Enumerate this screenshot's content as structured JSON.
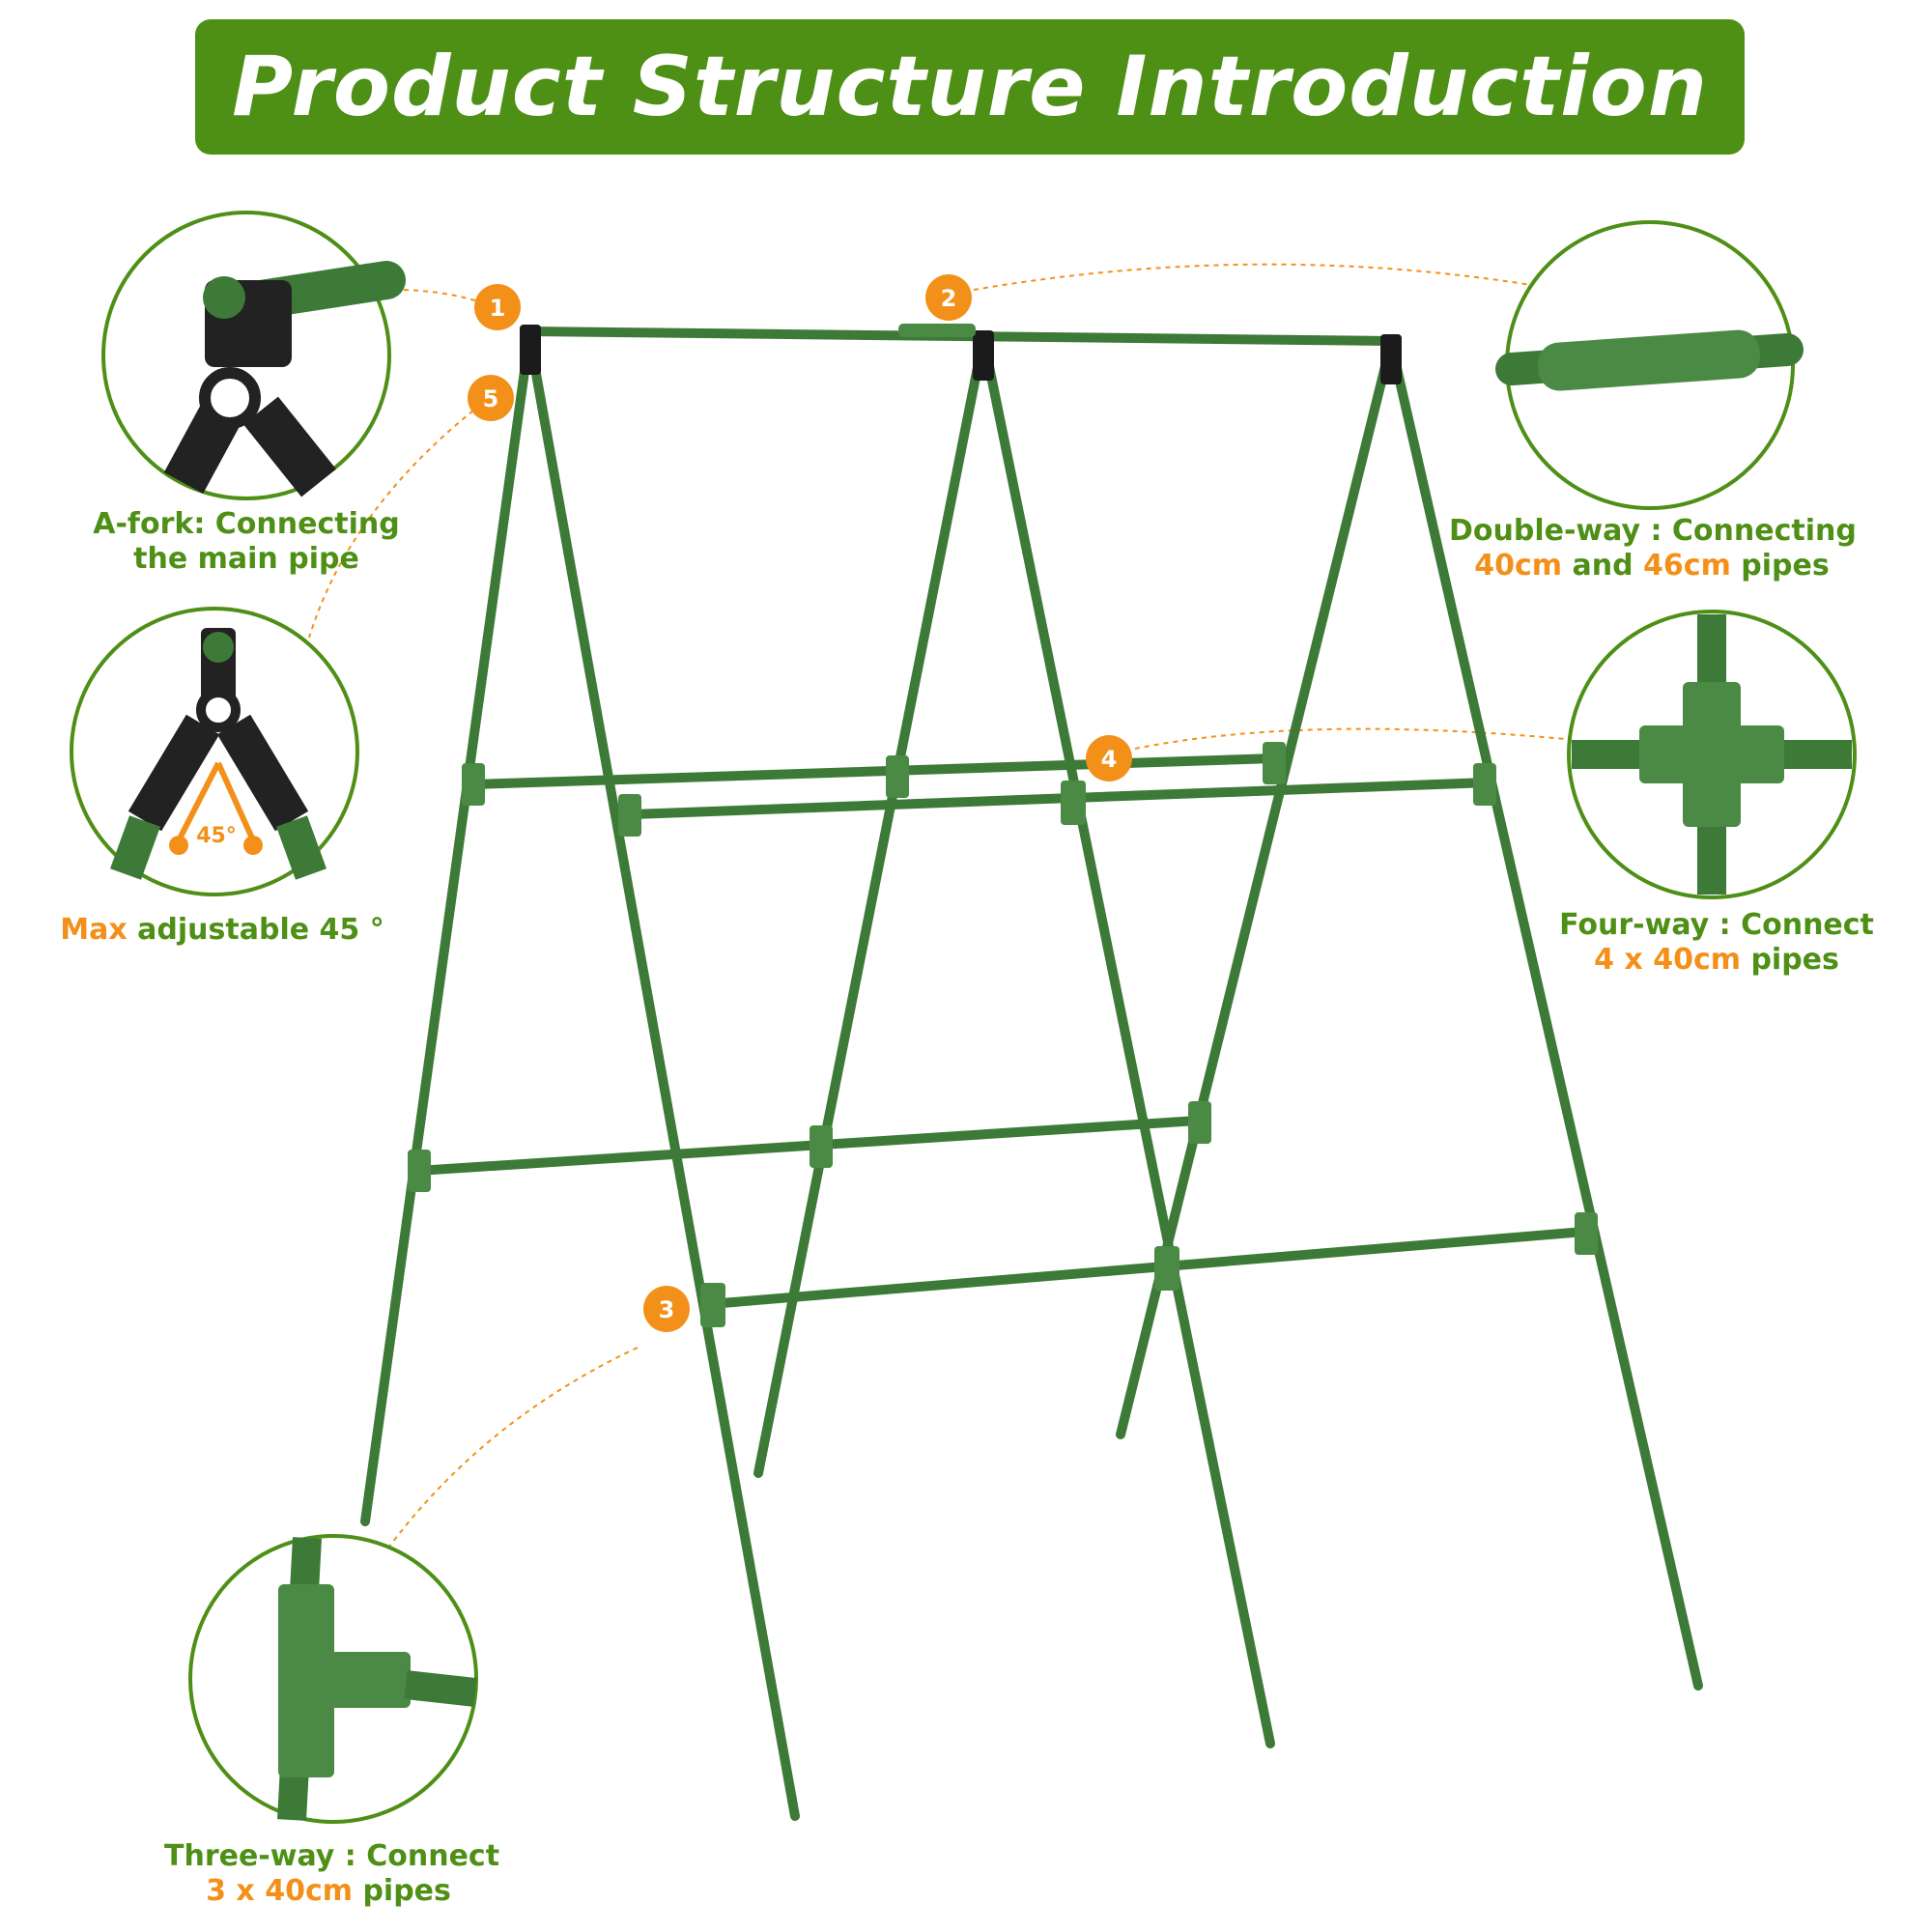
{
  "banner": {
    "title": "Product Structure Introduction"
  },
  "colors": {
    "brand_green": "#4e8f16",
    "accent_orange": "#f39019",
    "pipe_green": "#3a7a36",
    "connector_black": "#1b1b1b"
  },
  "markers": [
    "1",
    "2",
    "3",
    "4",
    "5"
  ],
  "callouts": {
    "a_fork": {
      "line1": "A-fork: Connecting",
      "line2": "the main pipe",
      "icon": "a-fork-connector-closeup"
    },
    "adjustable": {
      "prefix": "Max",
      "rest": "adjustable 45 °",
      "angle_label": "45°",
      "icon": "hinge-angle-closeup"
    },
    "double_way": {
      "line1": "Double-way : Connecting",
      "size1": "40cm",
      "and": "and",
      "size2": "46cm",
      "pipes": "pipes",
      "icon": "double-way-coupler-closeup"
    },
    "four_way": {
      "line1": "Four-way : Connect",
      "qty": "4 x 40cm",
      "pipes": "pipes",
      "icon": "four-way-cross-connector-closeup"
    },
    "three_way": {
      "line1": "Three-way : Connect",
      "qty": "3 x 40cm",
      "pipes": "pipes",
      "icon": "three-way-tee-connector-closeup"
    }
  }
}
